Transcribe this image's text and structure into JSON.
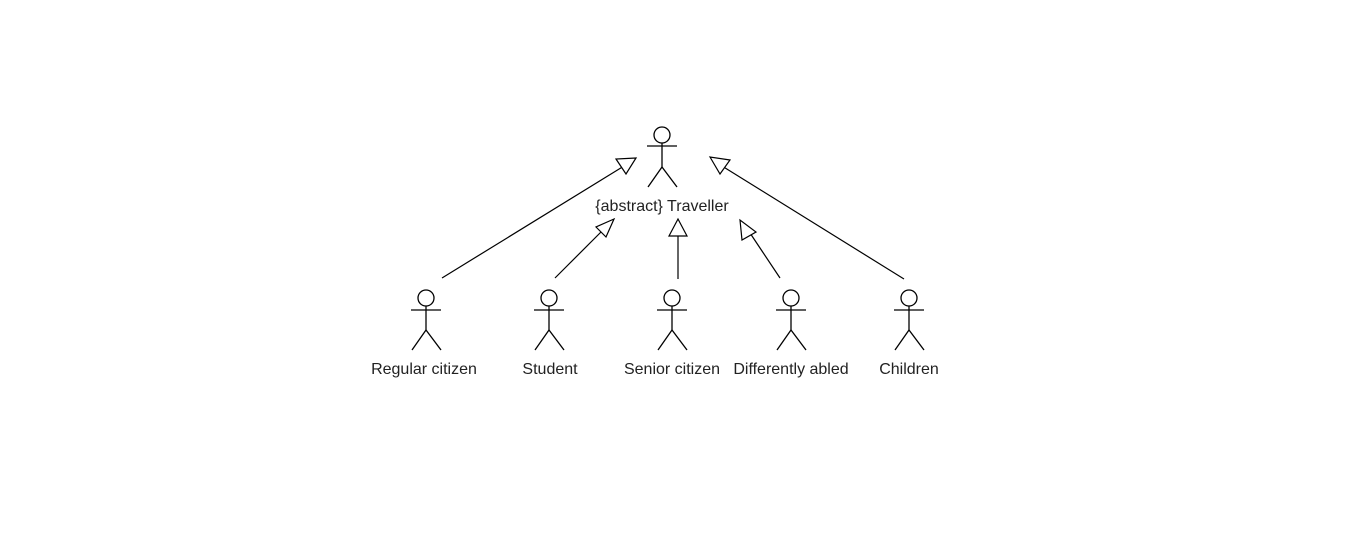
{
  "diagram": {
    "parent": {
      "label": "{abstract} Traveller"
    },
    "children": [
      {
        "label": "Regular citizen"
      },
      {
        "label": "Student"
      },
      {
        "label": "Senior citizen"
      },
      {
        "label": "Differently abled"
      },
      {
        "label": "Children"
      }
    ]
  }
}
